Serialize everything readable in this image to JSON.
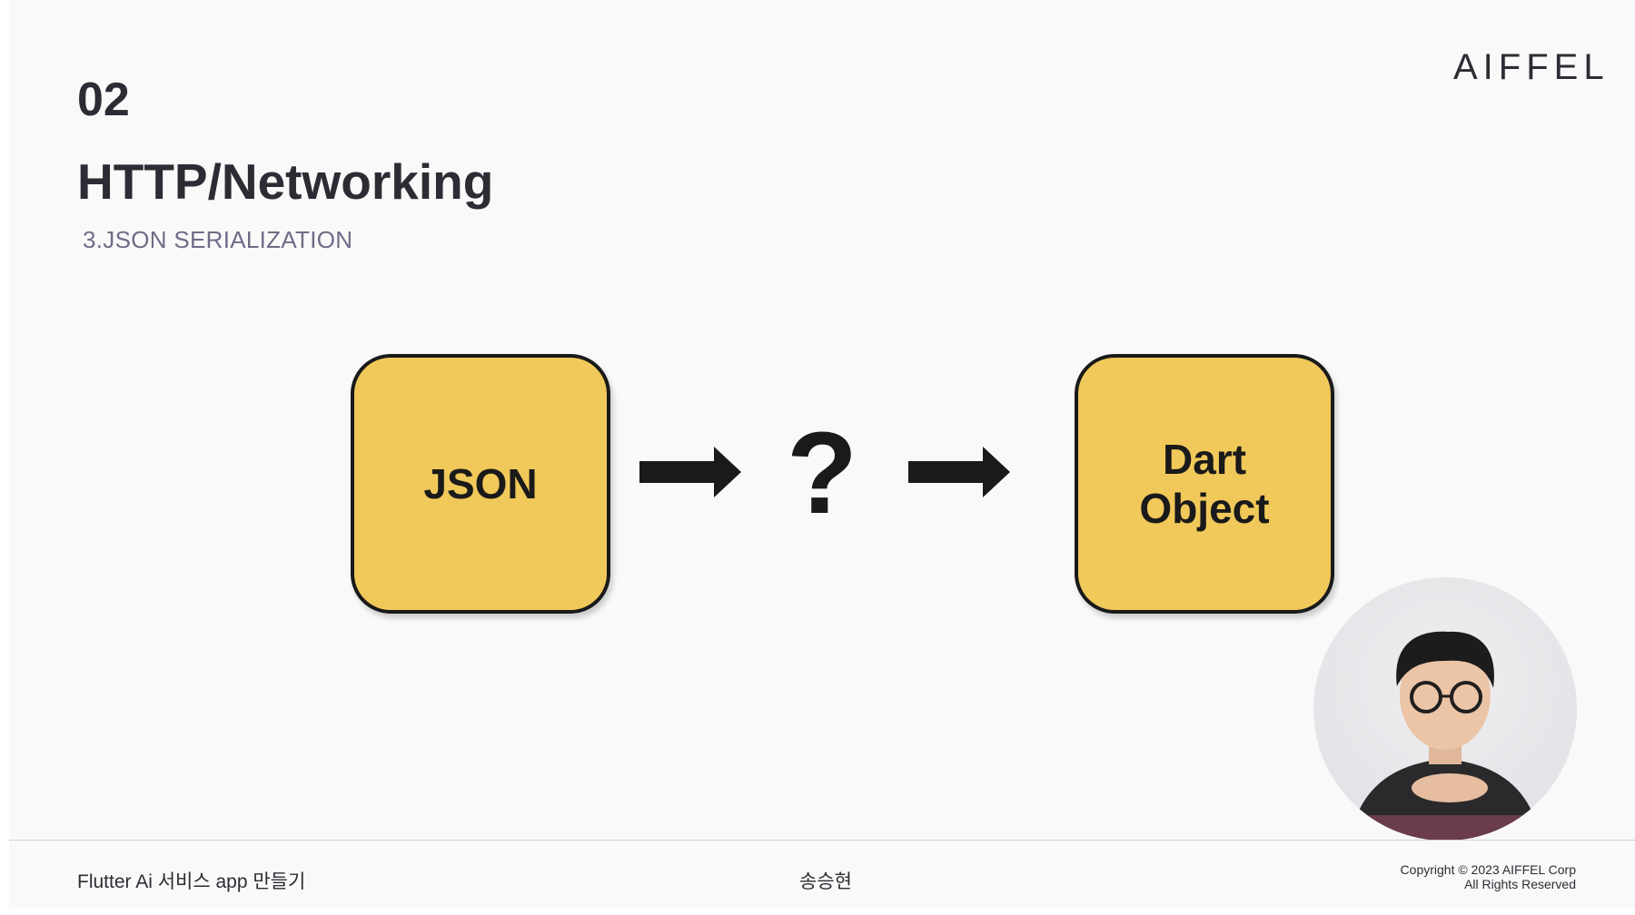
{
  "slide": {
    "section_number": "02",
    "title": "HTTP/Networking",
    "subtitle": "3.JSON SERIALIZATION",
    "logo_text": "AIFFEL"
  },
  "diagram": {
    "left_box": "JSON",
    "middle_symbol": "?",
    "right_box_lines": [
      "Dart",
      "Object"
    ],
    "box_color": "#f1c95a"
  },
  "footer": {
    "course": "Flutter Ai 서비스 app 만들기",
    "presenter": "송승현",
    "copyright_line1": "Copyright © 2023 AIFFEL Corp",
    "copyright_line2": "All Rights Reserved"
  }
}
